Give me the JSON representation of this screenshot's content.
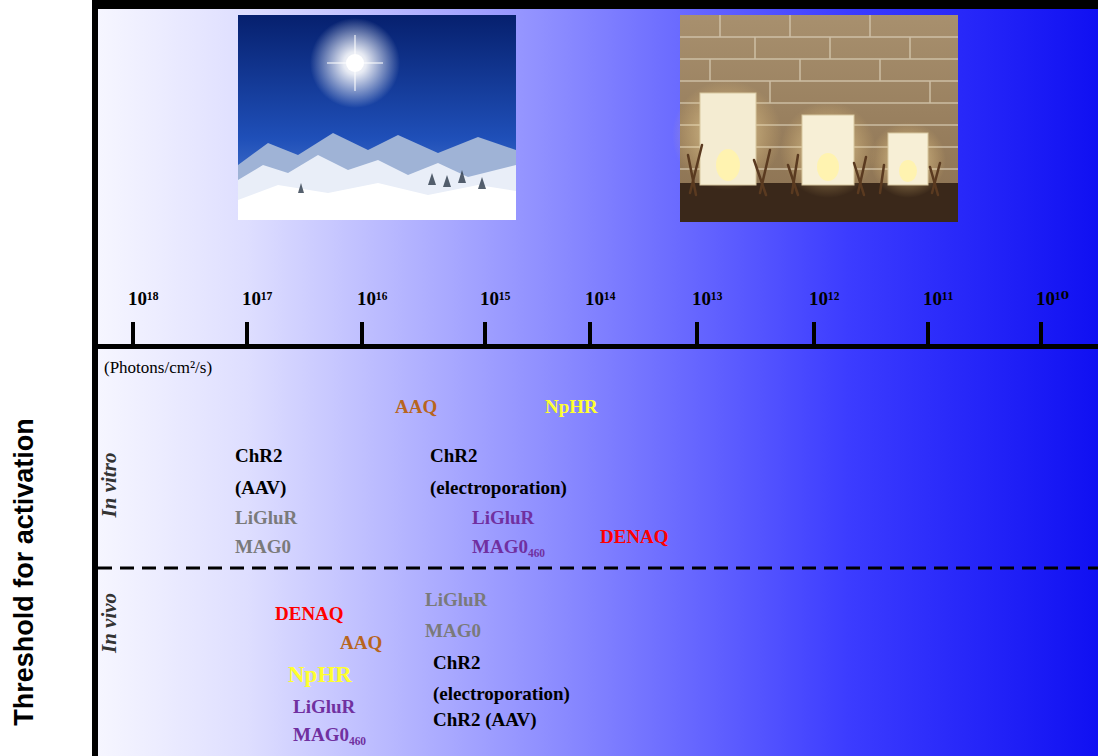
{
  "diagram": {
    "labels": [
      "Threshold for activation",
      "10¹⁸",
      "10¹⁷",
      "10¹⁶",
      "10¹⁵",
      "10¹⁴",
      "10¹³",
      "10¹²",
      "10¹¹",
      "10¹⁰",
      "(Photons/cm²/s)",
      "In vitro",
      "AAQ",
      "NpHR",
      "ChR2 (AAV)",
      "ChR2 (electroporation)",
      "LiGluR MAG0",
      "LiGluR MAG0₄₆₀",
      "DENAQ",
      "In vivo",
      "LiGluR MAG0",
      "DENAQ",
      "AAQ",
      "ChR2 (electroporation)",
      "NpHR",
      "LiGluR MAG0₄₆₀",
      "ChR2 (AAV)"
    ]
  }
}
